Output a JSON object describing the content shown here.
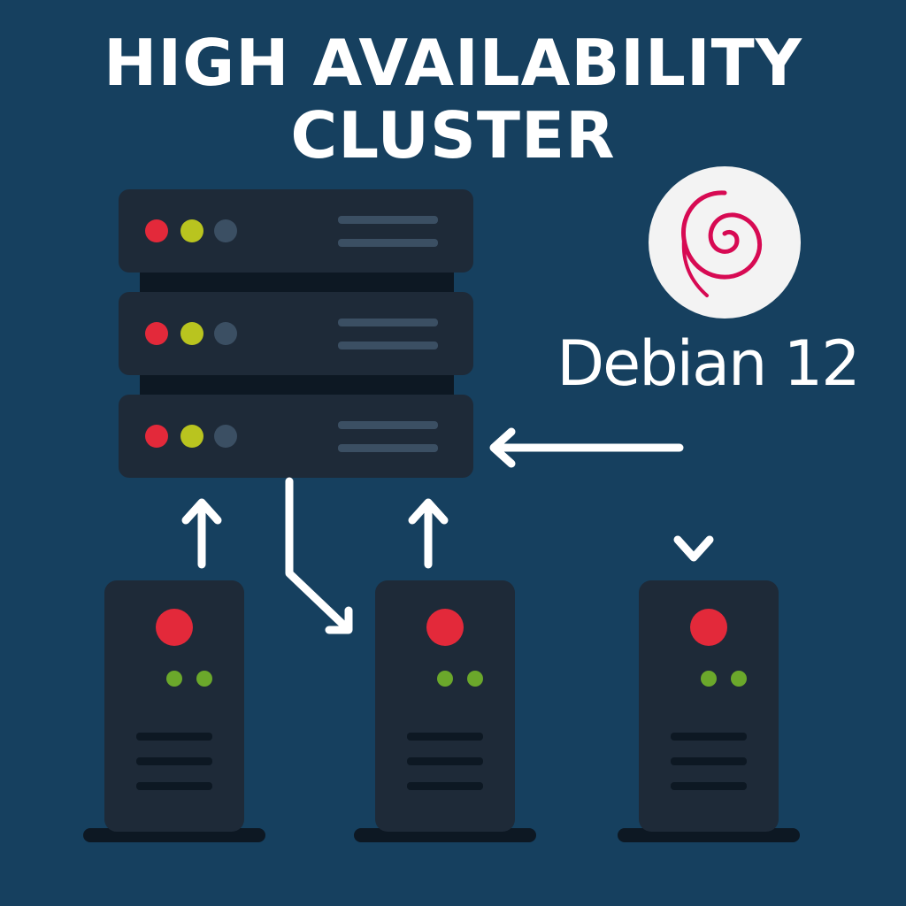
{
  "title": {
    "line1": "HIGH AVAILABILITY",
    "line2": "CLUSTER"
  },
  "logo": {
    "text": "Debian 12",
    "swirl_color": "#d70a53",
    "circle_color": "#f3f3f3"
  },
  "colors": {
    "background": "#16405f",
    "server_body": "#1e2a38",
    "server_dark": "#0d1823",
    "led_red": "#e3293a",
    "led_yellow": "#b9c41f",
    "led_off": "#3b4f63",
    "led_green": "#6ba82b",
    "arrow": "#ffffff"
  },
  "rack": {
    "units": [
      {
        "leds": [
          "led_red",
          "led_yellow",
          "led_off"
        ]
      },
      {
        "leds": [
          "led_red",
          "led_yellow",
          "led_off"
        ]
      },
      {
        "leds": [
          "led_red",
          "led_yellow",
          "led_off"
        ]
      }
    ]
  },
  "nodes": [
    {
      "icon": "tower-server-icon",
      "power_led": "led_red",
      "status_leds": [
        "led_green",
        "led_green"
      ]
    },
    {
      "icon": "tower-server-icon",
      "power_led": "led_red",
      "status_leds": [
        "led_green",
        "led_green"
      ]
    },
    {
      "icon": "tower-server-icon",
      "power_led": "led_red",
      "status_leds": [
        "led_green",
        "led_green"
      ]
    }
  ],
  "connections": [
    {
      "from": "node-1",
      "to": "rack",
      "direction": "up"
    },
    {
      "from": "rack",
      "to": "node-2",
      "direction": "down-right"
    },
    {
      "from": "node-2",
      "to": "rack",
      "direction": "up"
    },
    {
      "from": "rack",
      "to": "node-3",
      "direction": "bidirectional"
    }
  ]
}
